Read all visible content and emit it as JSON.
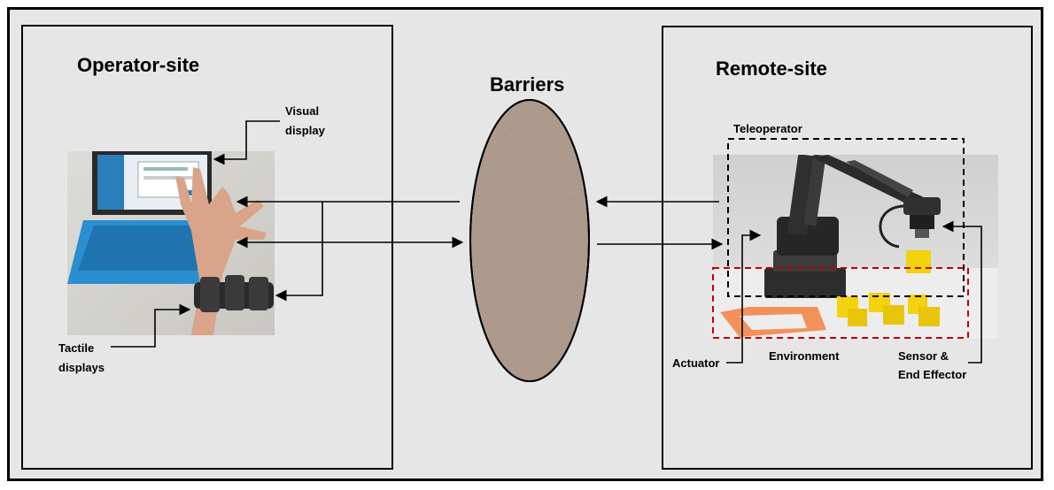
{
  "operator": {
    "title": "Operator-site",
    "visual_display_label": [
      "Visual",
      "display"
    ],
    "tactile_displays_label": [
      "Tactile",
      "displays"
    ]
  },
  "barriers": {
    "title": "Barriers"
  },
  "remote": {
    "title": "Remote-site",
    "teleoperator_label": "Teleoperator",
    "actuator_label": "Actuator",
    "environment_label": "Environment",
    "sensor_label": [
      "Sensor &",
      "End Effector"
    ]
  },
  "colors": {
    "panel_bg": "#e6e6e6",
    "border": "#000000",
    "environment_box": "#c00000",
    "barrier_fill": "#a89486"
  }
}
